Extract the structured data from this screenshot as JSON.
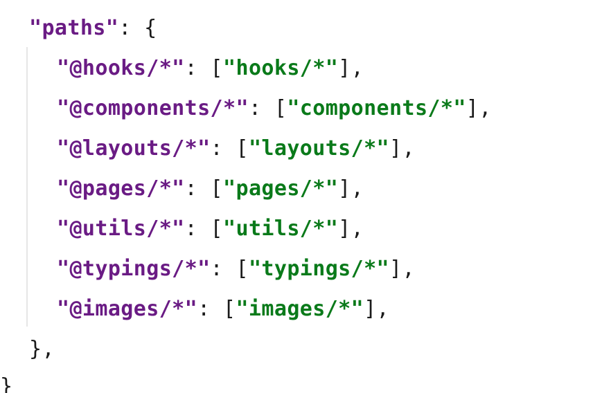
{
  "editor": {
    "paths_key": "\"paths\"",
    "open_obj": ": {",
    "entries": [
      {
        "key": "\"@hooks/*\"",
        "value": "\"hooks/*\""
      },
      {
        "key": "\"@components/*\"",
        "value": "\"components/*\""
      },
      {
        "key": "\"@layouts/*\"",
        "value": "\"layouts/*\""
      },
      {
        "key": "\"@pages/*\"",
        "value": "\"pages/*\""
      },
      {
        "key": "\"@utils/*\"",
        "value": "\"utils/*\""
      },
      {
        "key": "\"@typings/*\"",
        "value": "\"typings/*\""
      },
      {
        "key": "\"@images/*\"",
        "value": "\"images/*\""
      }
    ],
    "sep_open": ": [",
    "sep_close": "],",
    "close_inner": "},",
    "close_outer": "}"
  },
  "colors": {
    "key": "#6a1b84",
    "string": "#0a7a1a",
    "punctuation": "#1a1a1a",
    "indent_guide": "#e6e6e6"
  }
}
